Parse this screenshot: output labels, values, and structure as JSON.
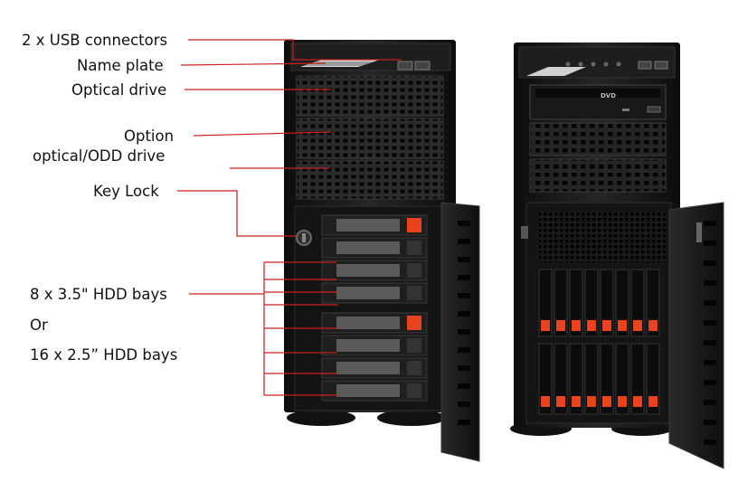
{
  "labels": {
    "usb": "2 x USB connectors",
    "name_plate": "Name plate",
    "optical": "Optical drive",
    "option_line1": "Option",
    "option_line2": "optical/ODD drive",
    "key_lock": "Key Lock",
    "hdd35": "8 x 3.5\" HDD bays",
    "or": "Or",
    "hdd25": "16 x 2.5” HDD bays"
  },
  "colors": {
    "leader": "#cc1f1f",
    "chassis": "#1b1b1b",
    "bay_handle": "#e8431c"
  },
  "right_server": {
    "dvd_logo": "DVD"
  }
}
